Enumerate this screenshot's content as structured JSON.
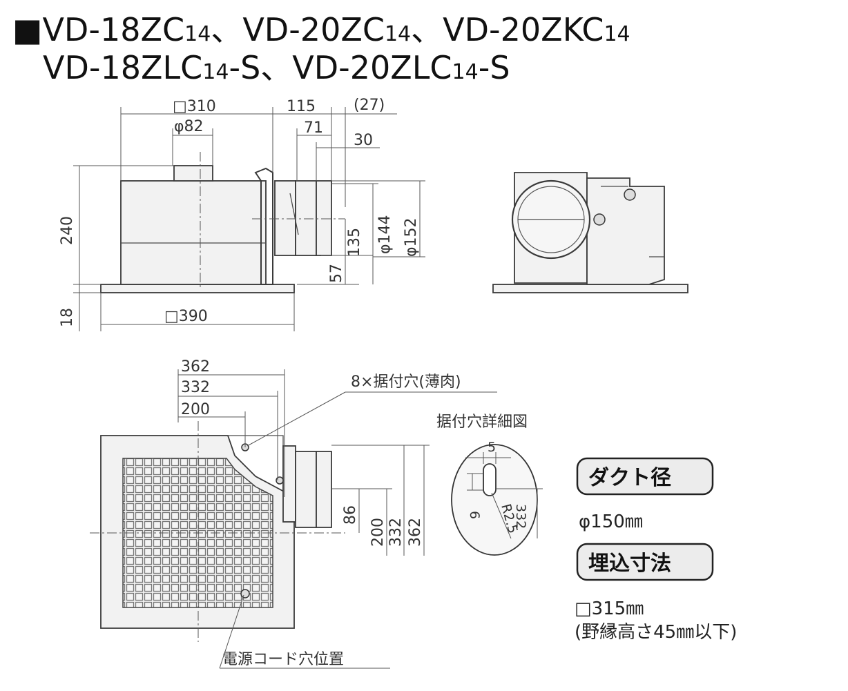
{
  "heading": {
    "line1_parts": [
      "■VD-18ZC",
      "14",
      "、VD-20ZC",
      "14",
      "、VD-20ZKC",
      "14"
    ],
    "line2_parts": [
      "VD-18ZLC",
      "14",
      "-S、VD-20ZLC",
      "14",
      "-S"
    ]
  },
  "front_view": {
    "dims": {
      "width_top": "□310",
      "duct_dia": "φ82",
      "offset_115": "115",
      "offset_27": "(27)",
      "offset_71": "71",
      "offset_30": "30",
      "height_240": "240",
      "height_18": "18",
      "width_bottom": "□390",
      "dim_135": "135",
      "dim_57": "57",
      "dim_144": "φ144",
      "dim_152": "φ152"
    }
  },
  "plan_view": {
    "dims": {
      "d362": "362",
      "d332": "332",
      "d200": "200",
      "v86": "86",
      "v200": "200",
      "v332": "332",
      "v362": "362"
    },
    "mount_holes_label": "8×据付穴(薄肉)",
    "cord_hole_label": "電源コード穴位置"
  },
  "detail": {
    "title": "据付穴詳細図",
    "d5": "5",
    "d6": "6",
    "r25": "R2.5",
    "d332": "332"
  },
  "specs": {
    "duct_badge": "ダクト径",
    "duct_value": "φ150㎜",
    "embed_badge": "埋込寸法",
    "embed_value": "□315㎜",
    "embed_note": "(野縁高さ45㎜以下)"
  }
}
